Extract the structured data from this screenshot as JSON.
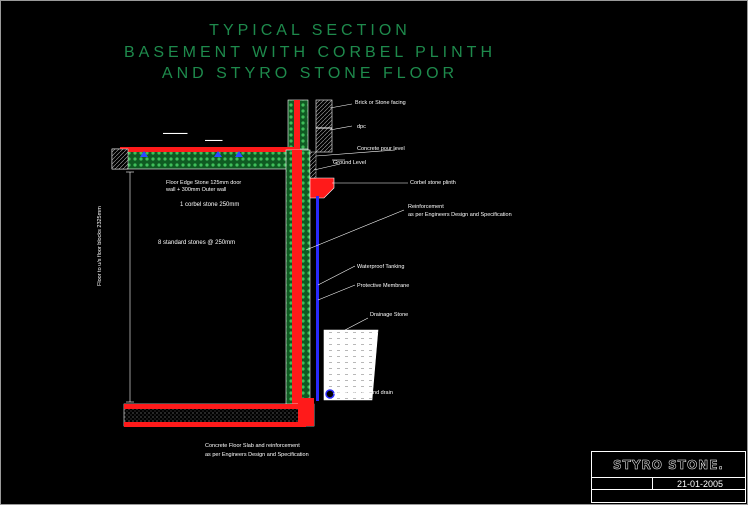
{
  "title": {
    "line1": "TYPICAL  SECTION",
    "line2": "BASEMENT  WITH  CORBEL  PLINTH",
    "line3": "AND  STYRO  STONE  FLOOR"
  },
  "labels": {
    "brick_facing": "Brick or Stone facing",
    "dpc": "dpc",
    "concrete_pour": "Concrete pour level",
    "ground_level": "Ground Level",
    "corbel_plinth": "Corbel stone plinth",
    "reinforcement_1": "Reinforcement",
    "reinforcement_2": "as per Engineers Design and Specification",
    "waterproof_tanking": "Waterproof Tanking",
    "protective_membrane": "Protective Membrane",
    "drainage_stone": "Drainage Stone",
    "land_drain": "100mm dia land drain",
    "floor_edge_1": "Floor Edge Stone 125mm door",
    "floor_edge_2": "wall + 300mm Outer wall",
    "corbel_stone": "1  corbel stone  250mm",
    "standard_stones": "8  standard stones  @  250mm",
    "floor_height": "Floor to u/s floor blocks 2325mm",
    "floor_slab_1": "Concrete Floor Slab and reinforcement",
    "floor_slab_2": "as per Engineers Design and Specification"
  },
  "titleblock": {
    "brand": "STYRO STONE.",
    "date": "21-01-2005"
  },
  "colors": {
    "title": "#1e8a4c",
    "wall": "#ff1a1a",
    "stone": "#1e8a3c",
    "membrane": "#2a2aff",
    "lines": "#ffffff"
  }
}
